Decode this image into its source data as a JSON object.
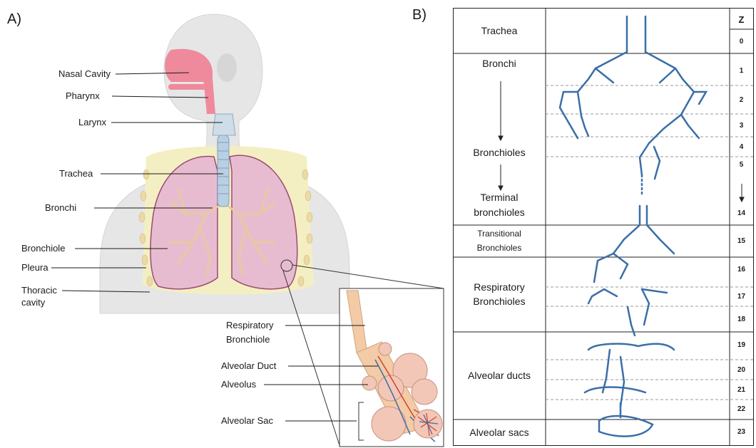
{
  "panels": {
    "a": "A)",
    "b": "B)"
  },
  "anatomy_labels": {
    "nasal_cavity": "Nasal Cavity",
    "pharynx": "Pharynx",
    "larynx": "Larynx",
    "trachea": "Trachea",
    "bronchi": "Bronchi",
    "bronchiole": "Bronchiole",
    "pleura": "Pleura",
    "thoracic_cavity_1": "Thoracic",
    "thoracic_cavity_2": "cavity"
  },
  "inset_labels": {
    "respiratory_bronchiole_1": "Respiratory",
    "respiratory_bronchiole_2": "Bronchiole",
    "alveolar_duct": "Alveolar Duct",
    "alveolus": "Alveolus",
    "alveolar_sac": "Alveolar Sac"
  },
  "table": {
    "z_header": "Z",
    "rows": {
      "trachea": "Trachea",
      "bronchi": "Bronchi",
      "bronchioles": "Bronchioles",
      "terminal_1": "Terminal",
      "terminal_2": "bronchioles",
      "transitional_1": "Transitional",
      "transitional_2": "Bronchioles",
      "respiratory_1": "Respiratory",
      "respiratory_2": "Bronchioles",
      "alveolar_ducts": "Alveolar ducts",
      "alveolar_sacs": "Alveolar sacs"
    },
    "generations": [
      "0",
      "1",
      "2",
      "3",
      "4",
      "5",
      "14",
      "15",
      "16",
      "17",
      "18",
      "19",
      "20",
      "21",
      "22",
      "23"
    ]
  },
  "colors": {
    "airway_blue": "#3a6ea8",
    "lung_pink": "#e8bcd0",
    "trachea_blue": "#b9cfe3",
    "skin": "#e6e6e6"
  }
}
